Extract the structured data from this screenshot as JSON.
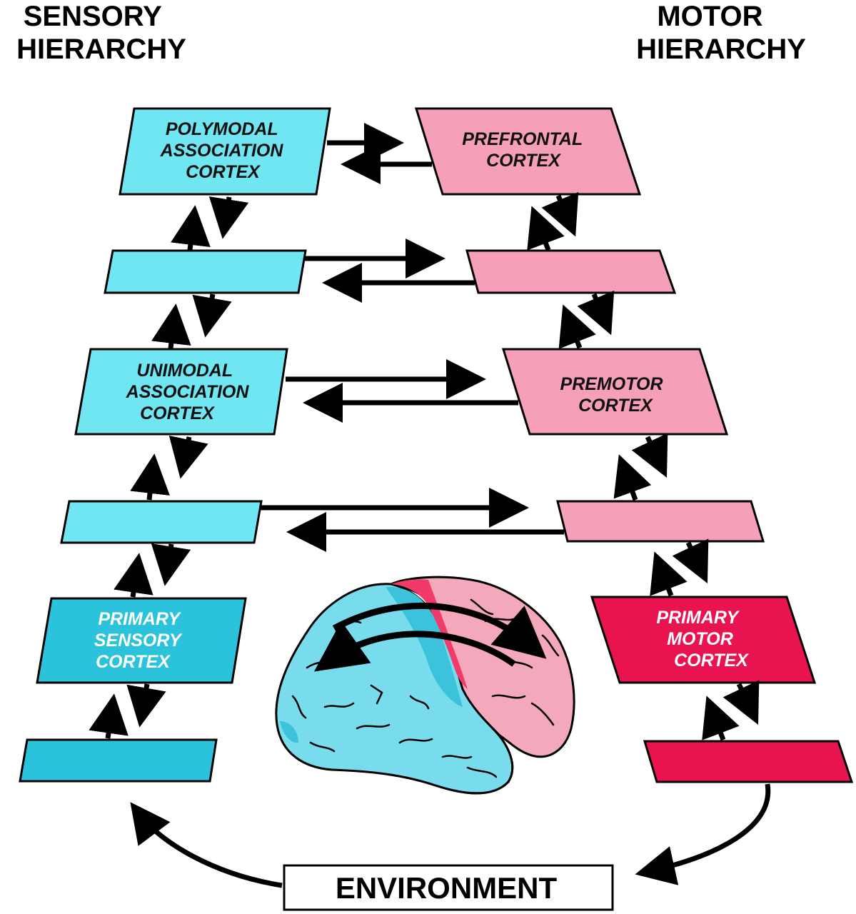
{
  "headings": {
    "sensory": [
      "SENSORY",
      "HIERARCHY"
    ],
    "motor": [
      "MOTOR",
      "HIERARCHY"
    ]
  },
  "sensory_boxes": {
    "polymodal": [
      "POLYMODAL",
      "ASSOCIATION",
      "CORTEX"
    ],
    "unimodal": [
      "UNIMODAL",
      "ASSOCIATION",
      "CORTEX"
    ],
    "primary": [
      "PRIMARY",
      "SENSORY",
      "CORTEX"
    ]
  },
  "motor_boxes": {
    "prefrontal": [
      "PREFRONTAL",
      "CORTEX"
    ],
    "premotor": [
      "PREMOTOR",
      "CORTEX"
    ],
    "primary": [
      "PRIMARY",
      "MOTOR",
      "CORTEX"
    ]
  },
  "environment": "ENVIRONMENT",
  "colors": {
    "sensory_light": "#6fe6f2",
    "sensory_primary": "#2bc3dc",
    "motor_light": "#f5a0b8",
    "motor_primary": "#e8134f",
    "brain_sensory": "#78dcec",
    "brain_motor": "#f4a8bc",
    "brain_strip": "#f03a6a"
  },
  "icons": [
    "brain-lateral-view-icon"
  ]
}
